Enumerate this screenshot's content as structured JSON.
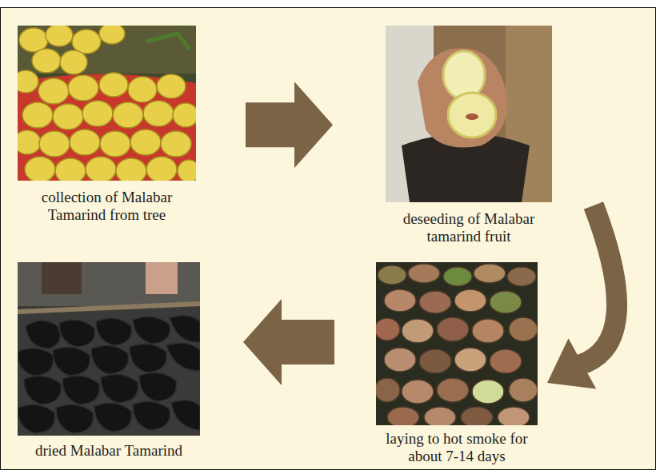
{
  "diagram": {
    "nodes": [
      {
        "text": [
          "collection of Malabar Tamarind from tree"
        ]
      },
      {
        "text": [
          "deseeding of Malabar tamarind fruit"
        ]
      },
      {
        "text": [
          "laying to hot smoke for about 7-14 days"
        ]
      },
      {
        "text": [
          "dried Malabar Tamarind"
        ]
      }
    ],
    "edges": [
      {
        "from": 0,
        "to": 1,
        "arrow": "to"
      },
      {
        "from": 1,
        "to": 2,
        "arrow": "to"
      },
      {
        "from": 2,
        "to": 3,
        "arrow": "to"
      }
    ]
  }
}
